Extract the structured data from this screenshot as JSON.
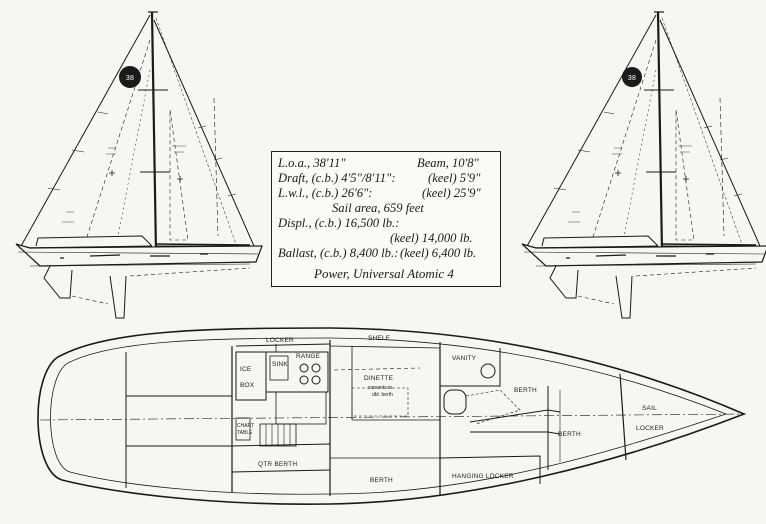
{
  "sail_insignia": "38",
  "specs": {
    "loa": "L.o.a., 38'11\"",
    "beam": "Beam, 10'8\"",
    "draft_cb": "Draft, (c.b.) 4'5\"/8'11\":",
    "draft_keel": "(keel) 5'9\"",
    "lwl_cb": "L.w.l., (c.b.) 26'6\":",
    "lwl_keel": "(keel) 25'9\"",
    "sail_area": "Sail area, 659 feet",
    "displ_cb": "Displ., (c.b.) 16,500 lb.:",
    "displ_keel": "(keel) 14,000 lb.",
    "ballast_cb": "Ballast, (c.b.) 8,400 lb.:",
    "ballast_keel": "(keel) 6,400 lb.",
    "power": "Power, Universal Atomic 4"
  },
  "plan_labels": {
    "locker": "LOCKER",
    "shelf": "SHELF",
    "range": "RANGE",
    "sink": "SINK",
    "ice": "ICE",
    "box": "BOX",
    "vanity": "VANITY",
    "dinette": "DINETTE",
    "converts_to": "converts to",
    "dbl_berth": "dbl. berth",
    "berth": "BERTH",
    "sail": "SAIL",
    "qtr_berth": "QTR BERTH",
    "hanging_locker": "HANGING LOCKER",
    "chart": "CHART",
    "table": "TABLE"
  },
  "colors": {
    "ink": "#1a1a1a",
    "paper": "#f7f6f2"
  }
}
